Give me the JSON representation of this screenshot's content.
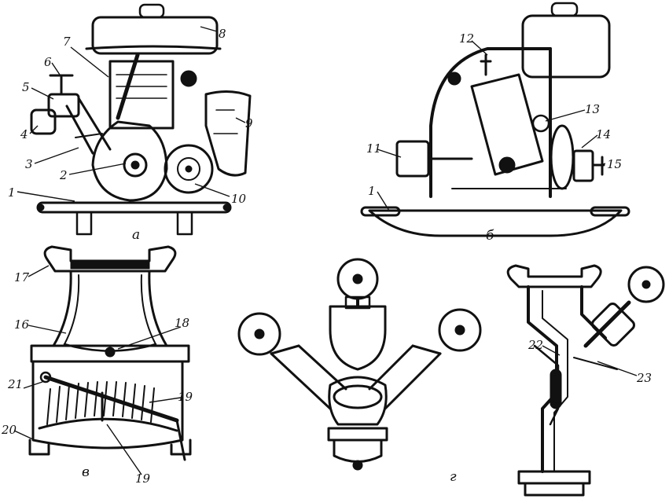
{
  "panels": {
    "a": {
      "caption": "а"
    },
    "b": {
      "caption": "б"
    },
    "v": {
      "caption": "в"
    },
    "g": {
      "caption": "г"
    }
  },
  "callouts": {
    "c1a": "1",
    "c1b": "1",
    "c2": "2",
    "c3": "3",
    "c4": "4",
    "c5": "5",
    "c6": "6",
    "c7": "7",
    "c8": "8",
    "c9": "9",
    "c10": "10",
    "c11": "11",
    "c12": "12",
    "c13": "13",
    "c14": "14",
    "c15": "15",
    "c16": "16",
    "c17": "17",
    "c18": "18",
    "c19a": "19",
    "c19b": "19",
    "c20": "20",
    "c21": "21",
    "c22": "22",
    "c23": "23"
  }
}
